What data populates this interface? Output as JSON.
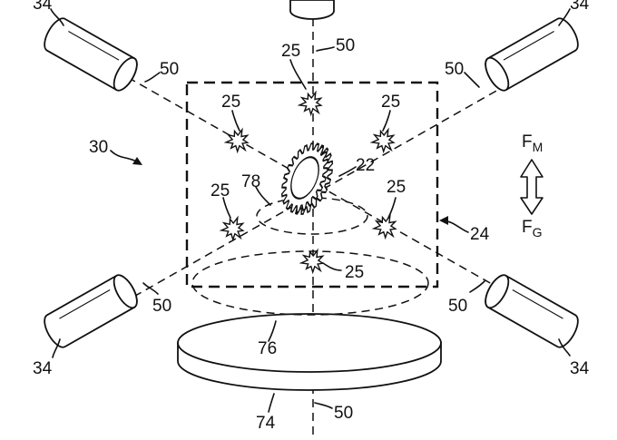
{
  "labels": {
    "emitter": "34",
    "beam": "50",
    "particle": "25",
    "system": "30",
    "gear": "22",
    "ring_upper": "78",
    "ring_lower": "76",
    "platform": "74",
    "chamber": "24",
    "force_top_base": "F",
    "force_top_sub": "M",
    "force_bottom_base": "F",
    "force_bottom_sub": "G"
  }
}
